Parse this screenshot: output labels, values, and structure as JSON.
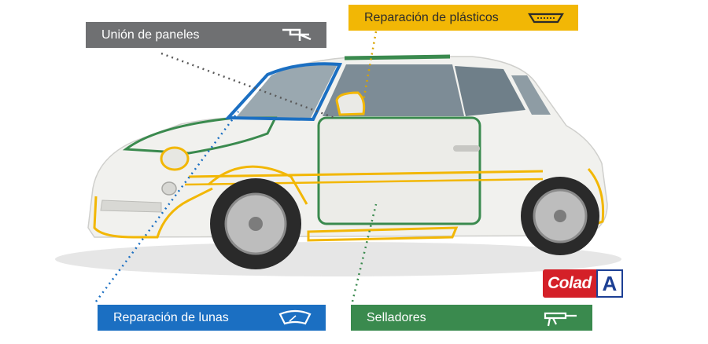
{
  "labels": {
    "panel_joining": "Unión de paneles",
    "plastic_repair": "Reparación de plásticos",
    "glass_repair": "Reparación de lunas",
    "sealants": "Selladores"
  },
  "brand": {
    "name": "Colad",
    "mark": "A"
  },
  "colors": {
    "gray": "#6f7072",
    "yellow": "#f2b705",
    "blue": "#1b6fc2",
    "green": "#3a8a4e",
    "brand_red": "#d42028",
    "brand_blue": "#1c3f94"
  },
  "icons": {
    "panel_joining": "panel-joint-icon",
    "plastic_repair": "bumper-icon",
    "glass_repair": "windshield-icon",
    "sealants": "caulking-gun-icon"
  }
}
